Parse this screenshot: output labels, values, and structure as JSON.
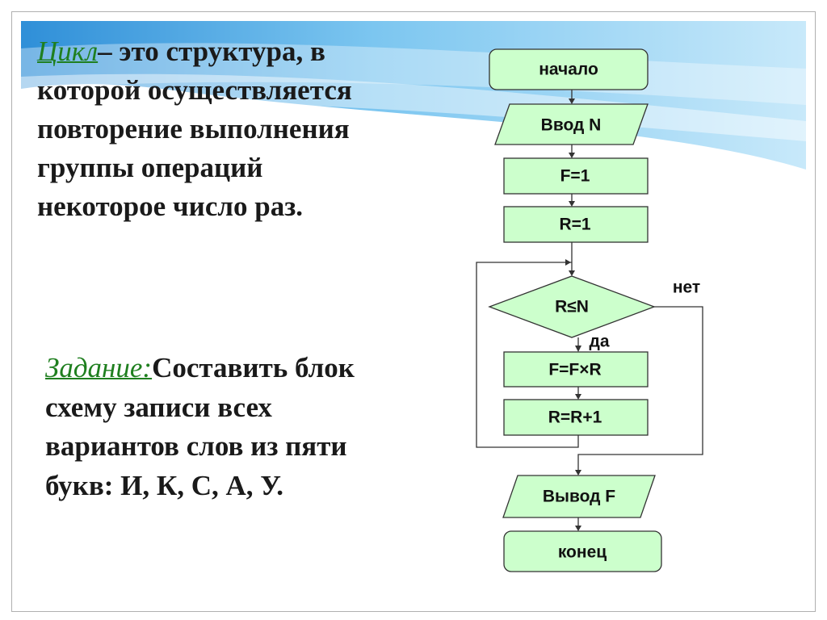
{
  "definition": {
    "term": "Цикл",
    "text": "– это структура, в которой осуществляется повторение выполнения группы операций некоторое число раз."
  },
  "task": {
    "label": "Задание:",
    "text": "Составить блок схему записи всех вариантов слов из пяти букв: И, К, С, А, У."
  },
  "flowchart": {
    "start": "начало",
    "input": "Ввод N",
    "init_f": "F=1",
    "init_r": "R=1",
    "condition": "R≤N",
    "no_label": "нет",
    "yes_label": "да",
    "multiply": "F=F×R",
    "increment": "R=R+1",
    "output": "Вывод F",
    "end": "конец"
  },
  "colors": {
    "term_green": "#1f7f1f",
    "block_fill": "#ccffcc",
    "banner_blue": "#4aa8e4"
  }
}
